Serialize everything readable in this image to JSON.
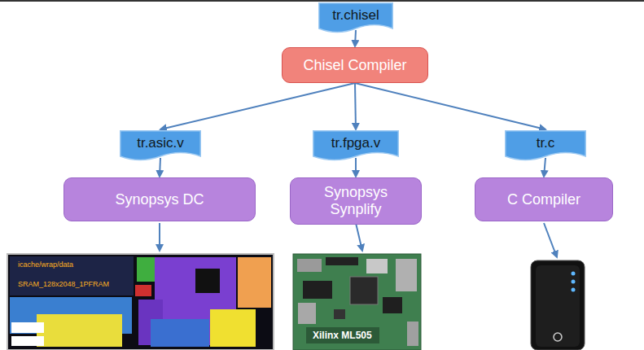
{
  "diagram": {
    "nodes": [
      {
        "text": [
          "tr.chisel"
        ]
      },
      {
        "text": [
          "Chisel Compiler"
        ]
      },
      {
        "text": [
          "tr.asic.v"
        ]
      },
      {
        "text": [
          "tr.fpga.v"
        ]
      },
      {
        "text": [
          "tr.c"
        ]
      },
      {
        "text": [
          "Synopsys DC"
        ]
      },
      {
        "text": [
          "Synopsys Synplify"
        ]
      },
      {
        "text": [
          "C Compiler"
        ]
      }
    ],
    "edges": [
      {
        "from": 0,
        "to": 1,
        "arrow": "to"
      },
      {
        "from": 1,
        "to": 2,
        "arrow": "to"
      },
      {
        "from": 1,
        "to": 3,
        "arrow": "to"
      },
      {
        "from": 1,
        "to": 4,
        "arrow": "to"
      },
      {
        "from": 2,
        "to": 5,
        "arrow": "to"
      },
      {
        "from": 3,
        "to": 6,
        "arrow": "to"
      },
      {
        "from": 4,
        "to": 7,
        "arrow": "to"
      }
    ],
    "labels": [
      "icache/wrap/data",
      "SRAM_128x2048_1PFRAM",
      "Xilinx ML505"
    ]
  }
}
